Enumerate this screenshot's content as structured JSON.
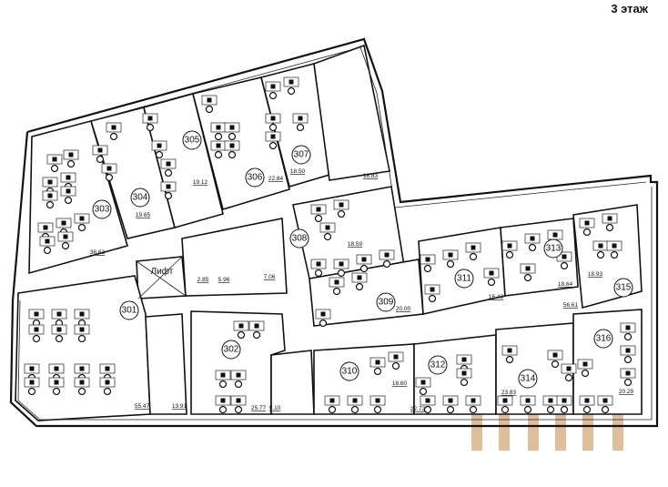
{
  "floor_title": "3 этаж",
  "lift_label": "Лифт",
  "rooms": [
    {
      "number": "301",
      "area": "55.47"
    },
    {
      "number": "302",
      "area": "25.77"
    },
    {
      "number": "303",
      "area": "36.63"
    },
    {
      "number": "304",
      "area": "19.65"
    },
    {
      "number": "305",
      "area": "19.12"
    },
    {
      "number": "306",
      "area": "22.84"
    },
    {
      "number": "307",
      "area": "18.50"
    },
    {
      "number": "308",
      "area": "18.59"
    },
    {
      "number": "309",
      "area": "20.00"
    },
    {
      "number": "310",
      "area": "18.60"
    },
    {
      "number": "311",
      "area": "16.43"
    },
    {
      "number": "312",
      "area": "22.72"
    },
    {
      "number": "313",
      "area": "18.64"
    },
    {
      "number": "314",
      "area": "23.83"
    },
    {
      "number": "315",
      "area": "18.93"
    },
    {
      "number": "316",
      "area": "20.29"
    }
  ],
  "other_areas": [
    "2.85",
    "5.96",
    "7.06",
    "13.91",
    "9.10",
    "18.83",
    "56.61"
  ],
  "colors": {
    "walls": "#111111",
    "watermark": "#d9b48a"
  }
}
